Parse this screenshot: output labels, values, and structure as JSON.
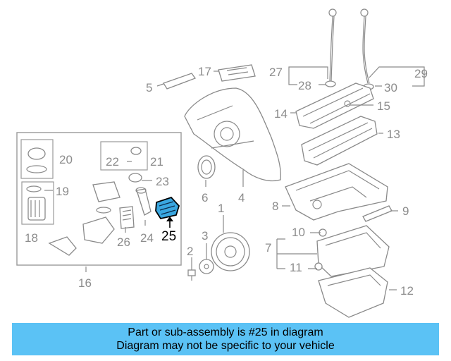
{
  "callouts": [
    "1",
    "2",
    "3",
    "4",
    "5",
    "6",
    "7",
    "8",
    "9",
    "10",
    "11",
    "12",
    "13",
    "14",
    "15",
    "16",
    "17",
    "18",
    "19",
    "20",
    "21",
    "22",
    "23",
    "24",
    "25",
    "26",
    "27",
    "28",
    "29",
    "30"
  ],
  "highlighted_part": "25",
  "banner": {
    "line1": "Part or sub-assembly is #25 in diagram",
    "line2": "Diagram may not be specific to your vehicle"
  },
  "colors": {
    "banner": "#5bc2f5",
    "highlight": "#3aa7e0",
    "parts": "#8a8a8a"
  }
}
